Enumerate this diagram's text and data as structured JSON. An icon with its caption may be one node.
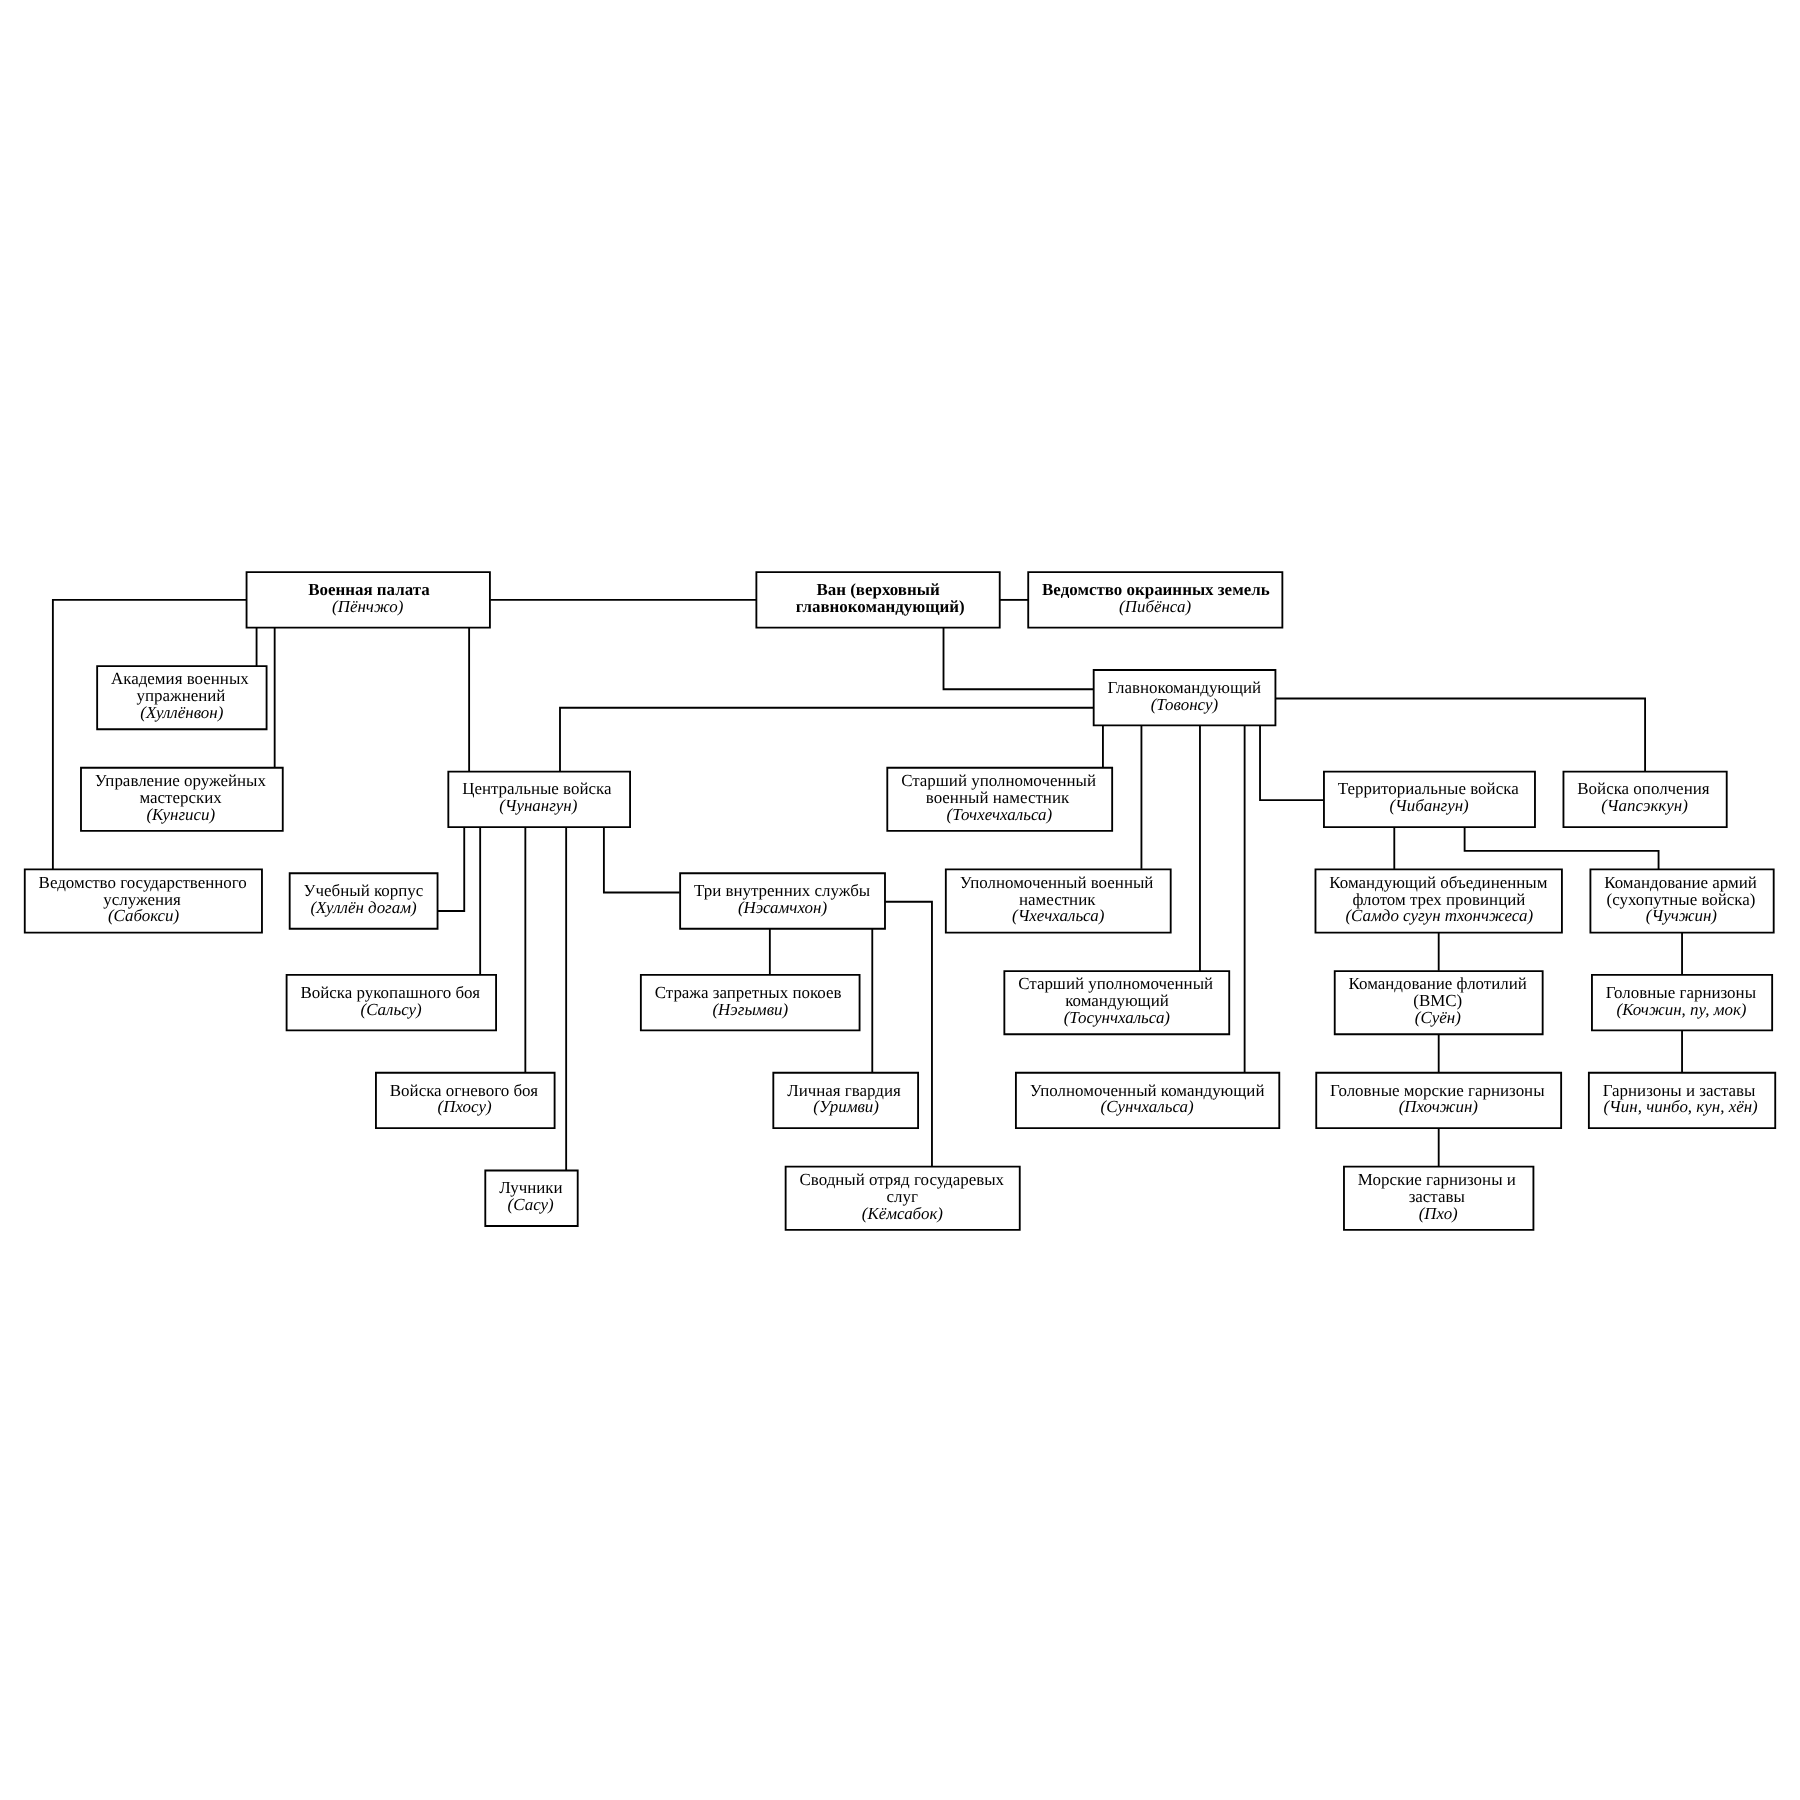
{
  "diagram": {
    "nodes": [
      {
        "text": [
          "Военная палата",
          "(Пёнчжо)"
        ]
      },
      {
        "text": [
          "Ван (верховный главнокомандующий)"
        ]
      },
      {
        "text": [
          "Ведомство окраинных земель",
          "(Пибёнса)"
        ]
      },
      {
        "text": [
          "Академия военных упражнений",
          "(Хуллёнвон)"
        ]
      },
      {
        "text": [
          "Управление оружейных мастерских",
          "(Кунгиси)"
        ]
      },
      {
        "text": [
          "Ведомство государственного услужения",
          "(Сабокси)"
        ]
      },
      {
        "text": [
          "Главнокомандующий",
          "(Товонсу)"
        ]
      },
      {
        "text": [
          "Старший уполномоченный военный наместник",
          "(Точхечхальса)"
        ]
      },
      {
        "text": [
          "Уполномоченный военный наместник",
          "(Чхечхальса)"
        ]
      },
      {
        "text": [
          "Старший уполномоченный командующий",
          "(Тосунчхальса)"
        ]
      },
      {
        "text": [
          "Уполномоченный командующий",
          "(Сунчхальса)"
        ]
      },
      {
        "text": [
          "Центральные войска",
          "(Чунангун)"
        ]
      },
      {
        "text": [
          "Территориальные войска",
          "(Чибангун)"
        ]
      },
      {
        "text": [
          "Войска ополчения",
          "(Чапсэккун)"
        ]
      },
      {
        "text": [
          "Учебный корпус",
          "(Хуллён догам)"
        ]
      },
      {
        "text": [
          "Войска рукопашного боя",
          "(Сальсу)"
        ]
      },
      {
        "text": [
          "Войска огневого боя",
          "(Пхосу)"
        ]
      },
      {
        "text": [
          "Лучники",
          "(Сасу)"
        ]
      },
      {
        "text": [
          "Три внутренних службы",
          "(Нэсамчхон)"
        ]
      },
      {
        "text": [
          "Стража запретных покоев",
          "(Нэгымви)"
        ]
      },
      {
        "text": [
          "Личная гвардия",
          "(Уримви)"
        ]
      },
      {
        "text": [
          "Сводный отряд государевых слуг",
          "(Кёмсабок)"
        ]
      },
      {
        "text": [
          "Командующий объединенным флотом трех провинций",
          "(Самдо сугун тхончжеса)"
        ]
      },
      {
        "text": [
          "Командование флотилий (ВМС)",
          "(Суён)"
        ]
      },
      {
        "text": [
          "Головные морские гарнизоны",
          "(Пхочжин)"
        ]
      },
      {
        "text": [
          "Морские гарнизоны и заставы",
          "(Пхо)"
        ]
      },
      {
        "text": [
          "Командование армий (сухопутные войска)",
          "(Чучжин)"
        ]
      },
      {
        "text": [
          "Головные гарнизоны",
          "(Кочжин, пу, мок)"
        ]
      },
      {
        "text": [
          "Гарнизоны и заставы",
          "(Чин, чинбо, кун, хён)"
        ]
      }
    ],
    "edges": [
      {
        "from": 0,
        "to": 1,
        "arrow": "none"
      },
      {
        "from": 1,
        "to": 2,
        "arrow": "none"
      },
      {
        "from": 0,
        "to": 3,
        "arrow": "none"
      },
      {
        "from": 0,
        "to": 4,
        "arrow": "none"
      },
      {
        "from": 0,
        "to": 5,
        "arrow": "none"
      },
      {
        "from": 0,
        "to": 11,
        "arrow": "none"
      },
      {
        "from": 1,
        "to": 6,
        "arrow": "none"
      },
      {
        "from": 6,
        "to": 7,
        "arrow": "none"
      },
      {
        "from": 6,
        "to": 8,
        "arrow": "none"
      },
      {
        "from": 6,
        "to": 9,
        "arrow": "none"
      },
      {
        "from": 6,
        "to": 10,
        "arrow": "none"
      },
      {
        "from": 6,
        "to": 11,
        "arrow": "none"
      },
      {
        "from": 6,
        "to": 12,
        "arrow": "none"
      },
      {
        "from": 6,
        "to": 13,
        "arrow": "none"
      },
      {
        "from": 11,
        "to": 14,
        "arrow": "none"
      },
      {
        "from": 11,
        "to": 15,
        "arrow": "none"
      },
      {
        "from": 11,
        "to": 16,
        "arrow": "none"
      },
      {
        "from": 11,
        "to": 17,
        "arrow": "none"
      },
      {
        "from": 11,
        "to": 18,
        "arrow": "none"
      },
      {
        "from": 18,
        "to": 19,
        "arrow": "none"
      },
      {
        "from": 18,
        "to": 20,
        "arrow": "none"
      },
      {
        "from": 18,
        "to": 21,
        "arrow": "none"
      },
      {
        "from": 12,
        "to": 22,
        "arrow": "none"
      },
      {
        "from": 12,
        "to": 26,
        "arrow": "none"
      },
      {
        "from": 22,
        "to": 23,
        "arrow": "none"
      },
      {
        "from": 23,
        "to": 24,
        "arrow": "none"
      },
      {
        "from": 24,
        "to": 25,
        "arrow": "none"
      },
      {
        "from": 26,
        "to": 27,
        "arrow": "none"
      },
      {
        "from": 27,
        "to": 28,
        "arrow": "none"
      }
    ]
  }
}
